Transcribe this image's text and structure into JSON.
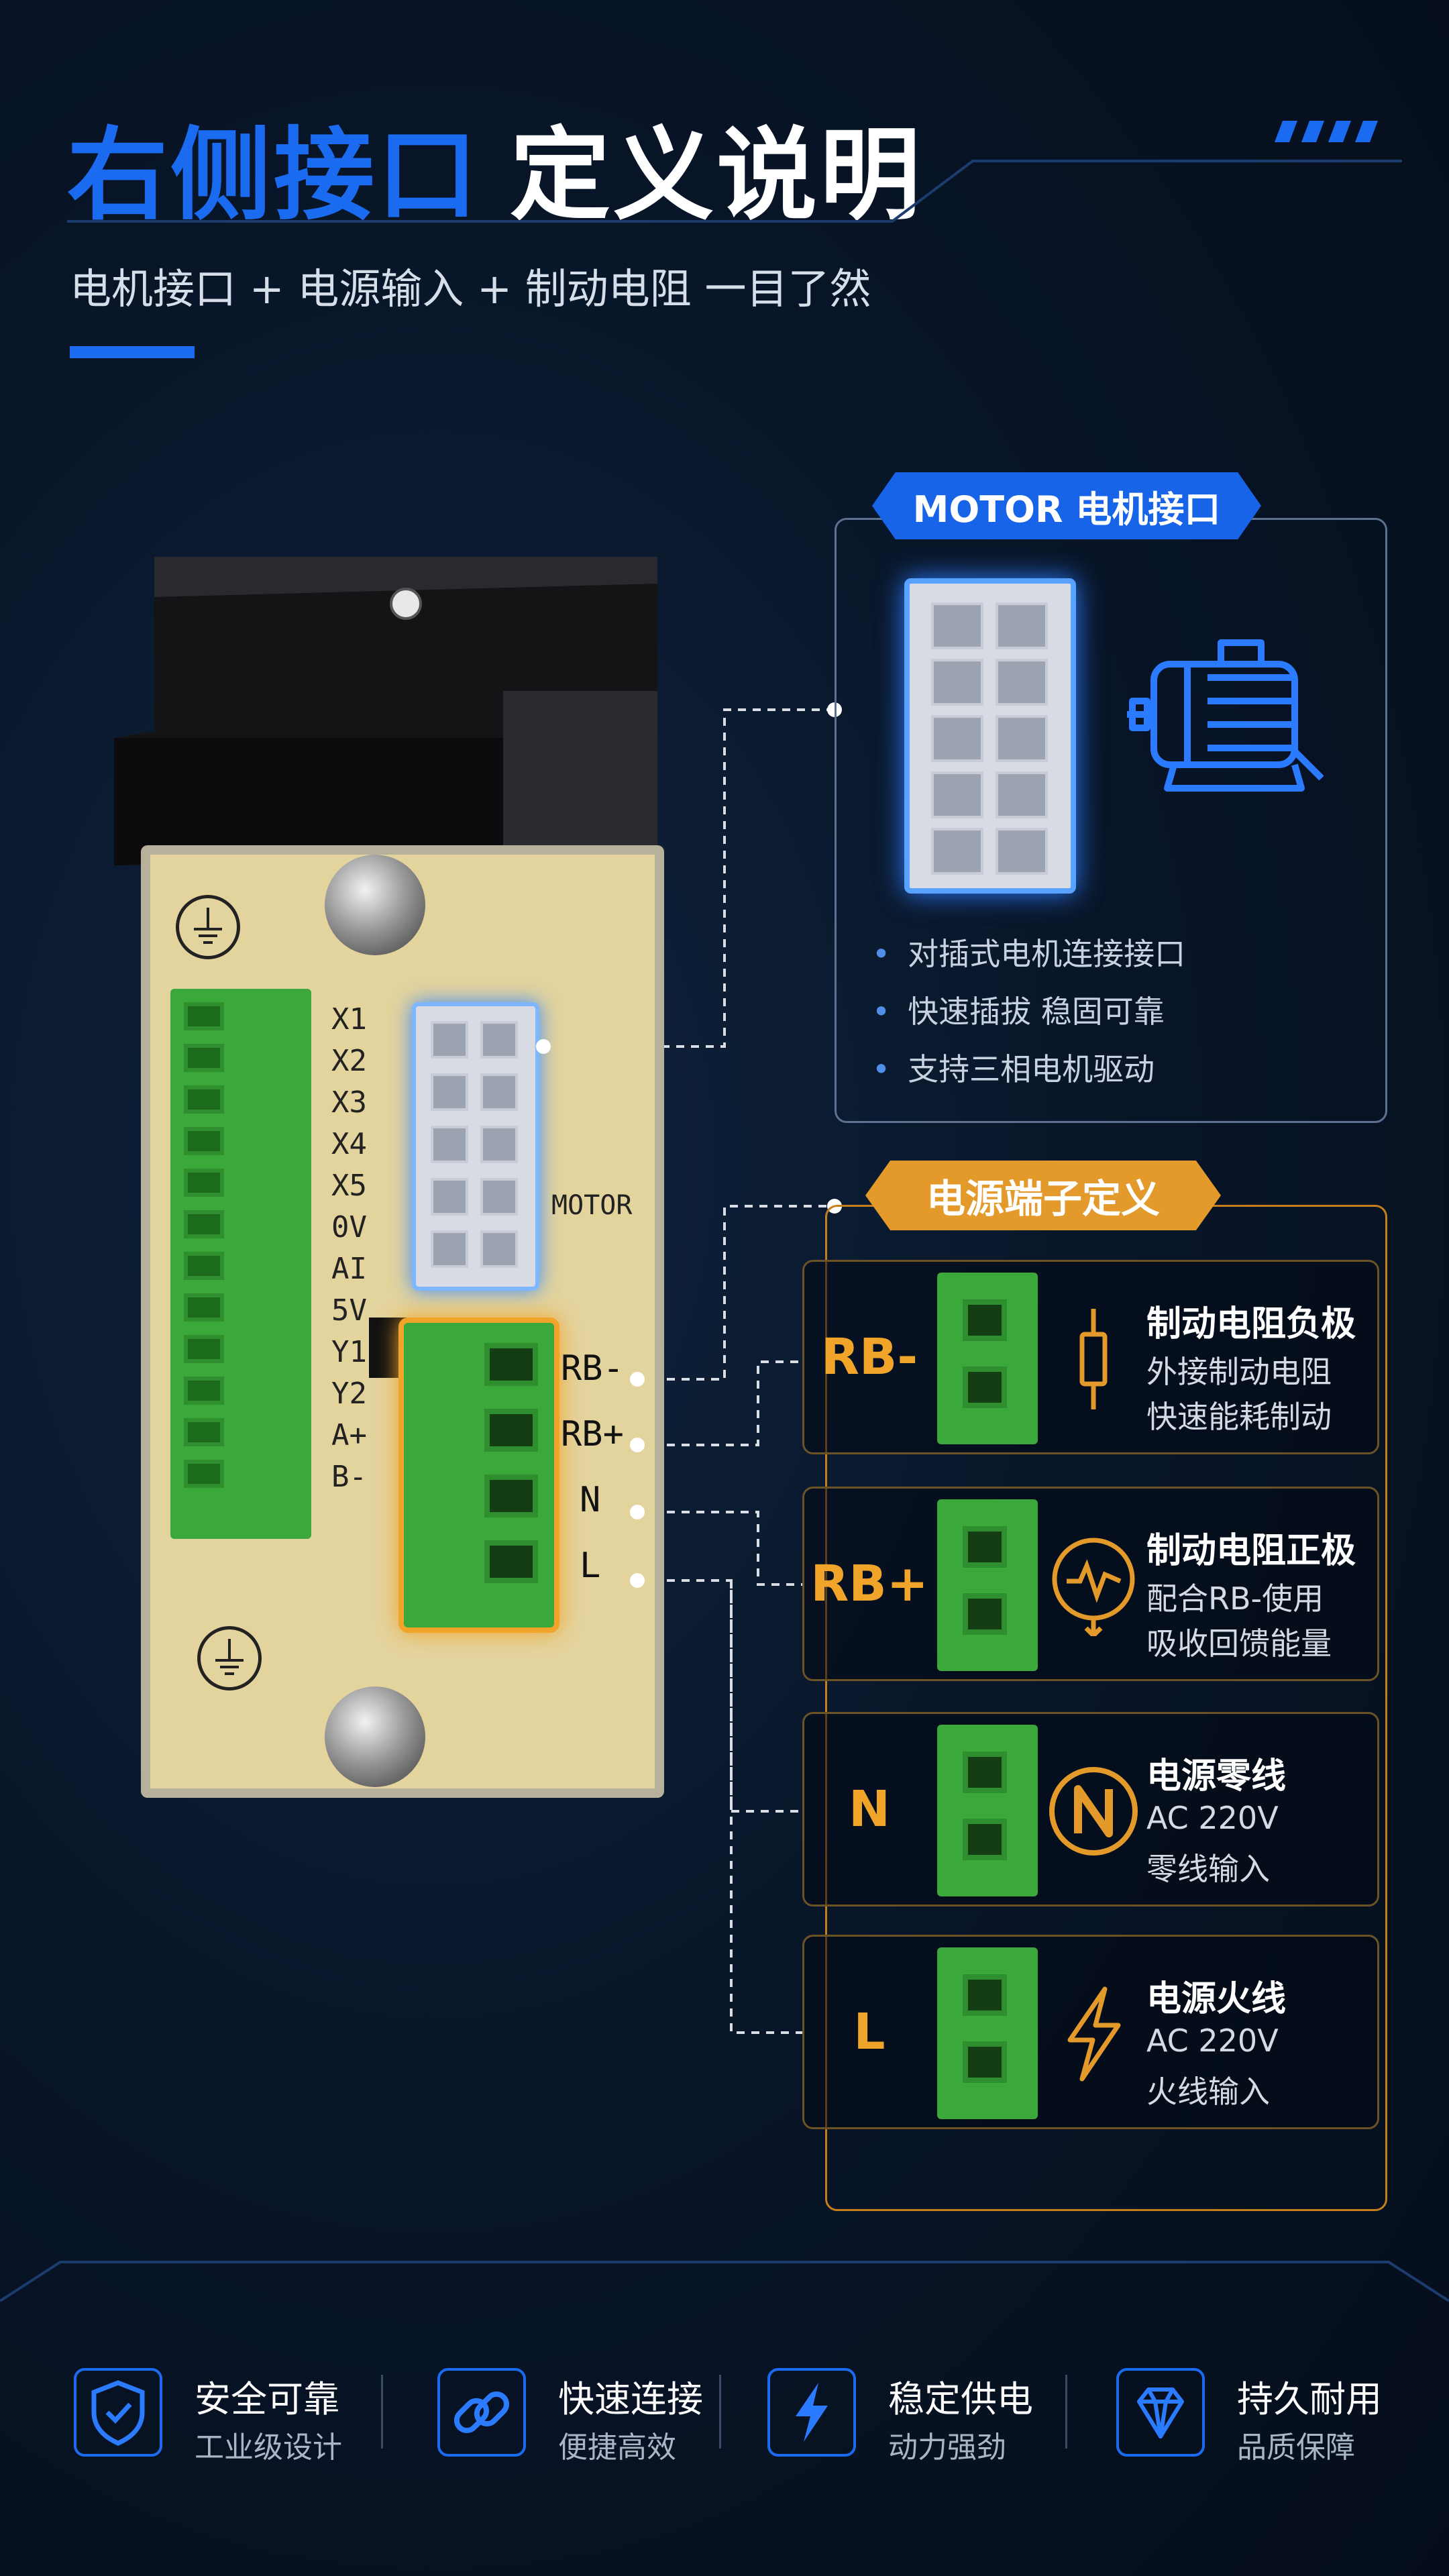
{
  "header": {
    "title_blue": "右侧接口",
    "title_white": "定义说明",
    "subtitle": "电机接口 + 电源输入 + 制动电阻 一目了然"
  },
  "device": {
    "io_pins": [
      "X1",
      "X2",
      "X3",
      "X4",
      "X5",
      "0V",
      "AI",
      "5V",
      "Y1",
      "Y2",
      "A+",
      "B-"
    ],
    "power_pins": [
      "RB-",
      "RB+",
      "N",
      "L"
    ],
    "motor_label": "MOTOR"
  },
  "motor_panel": {
    "tag": "MOTOR 电机接口",
    "bullets": [
      "对插式电机连接接口",
      "快速插拔 稳固可靠",
      "支持三相电机驱动"
    ]
  },
  "power_panel": {
    "tag": "电源端子定义",
    "cards": [
      {
        "code": "RB-",
        "icon": "resistor-icon",
        "title": "制动电阻负极",
        "line1": "外接制动电阻",
        "line2": "快速能耗制动"
      },
      {
        "code": "RB+",
        "icon": "energy-feedback-icon",
        "title": "制动电阻正极",
        "line1": "配合RB-使用",
        "line2": "吸收回馈能量"
      },
      {
        "code": "N",
        "icon": "neutral-n-icon",
        "title": "电源零线",
        "line1": "AC 220V",
        "line2": "零线输入"
      },
      {
        "code": "L",
        "icon": "lightning-icon",
        "title": "电源火线",
        "line1": "AC 220V",
        "line2": "火线输入"
      }
    ]
  },
  "features": [
    {
      "icon": "shield-icon",
      "title": "安全可靠",
      "sub": "工业级设计"
    },
    {
      "icon": "link-icon",
      "title": "快速连接",
      "sub": "便捷高效"
    },
    {
      "icon": "bolt-icon",
      "title": "稳定供电",
      "sub": "动力强劲"
    },
    {
      "icon": "diamond-icon",
      "title": "持久耐用",
      "sub": "品质保障"
    }
  ],
  "colors": {
    "accent_blue": "#1a6bf0",
    "accent_orange": "#e39a2a",
    "terminal_green": "#3aa83a",
    "background": "#061223"
  }
}
